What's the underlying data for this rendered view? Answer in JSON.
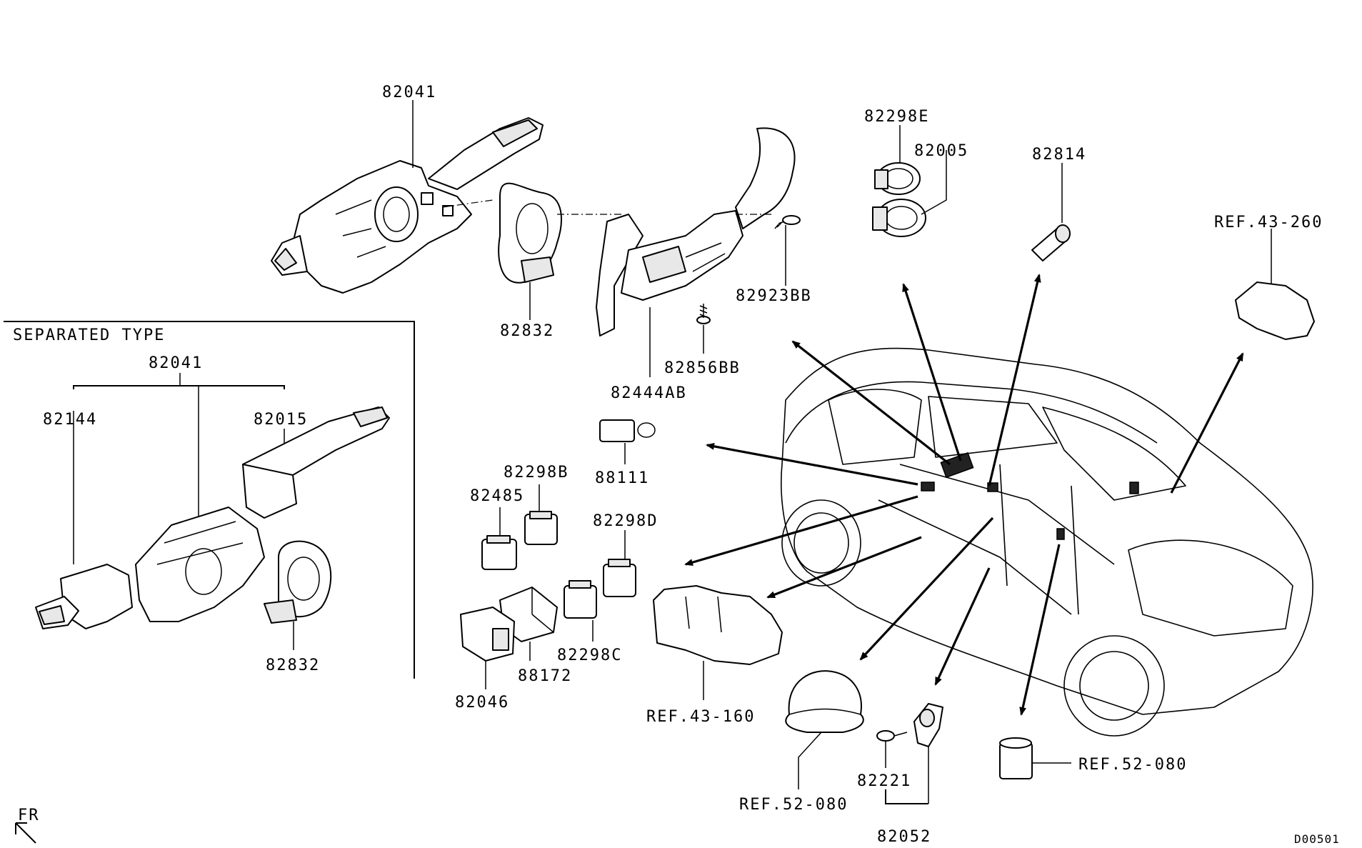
{
  "diagram": {
    "section_title": "SEPARATED TYPE",
    "direction_label": "FR",
    "drawing_id": "D00501",
    "labels": {
      "p82041_main": "82041",
      "p82832_main": "82832",
      "p82923BB": "82923BB",
      "p82856BB": "82856BB",
      "p82444AB": "82444AB",
      "p82298E": "82298E",
      "p82005": "82005",
      "p82814": "82814",
      "ref43_260": "REF.43-260",
      "p82041_sep": "82041",
      "p82144": "82144",
      "p82015": "82015",
      "p82832_sep": "82832",
      "p88111": "88111",
      "p82298B": "82298B",
      "p82485": "82485",
      "p82298D": "82298D",
      "p82298C": "82298C",
      "p88172": "88172",
      "p82046": "82046",
      "ref43_160": "REF.43-160",
      "ref52_080_a": "REF.52-080",
      "p82221": "82221",
      "p82052": "82052",
      "ref52_080_b": "REF.52-080"
    }
  }
}
